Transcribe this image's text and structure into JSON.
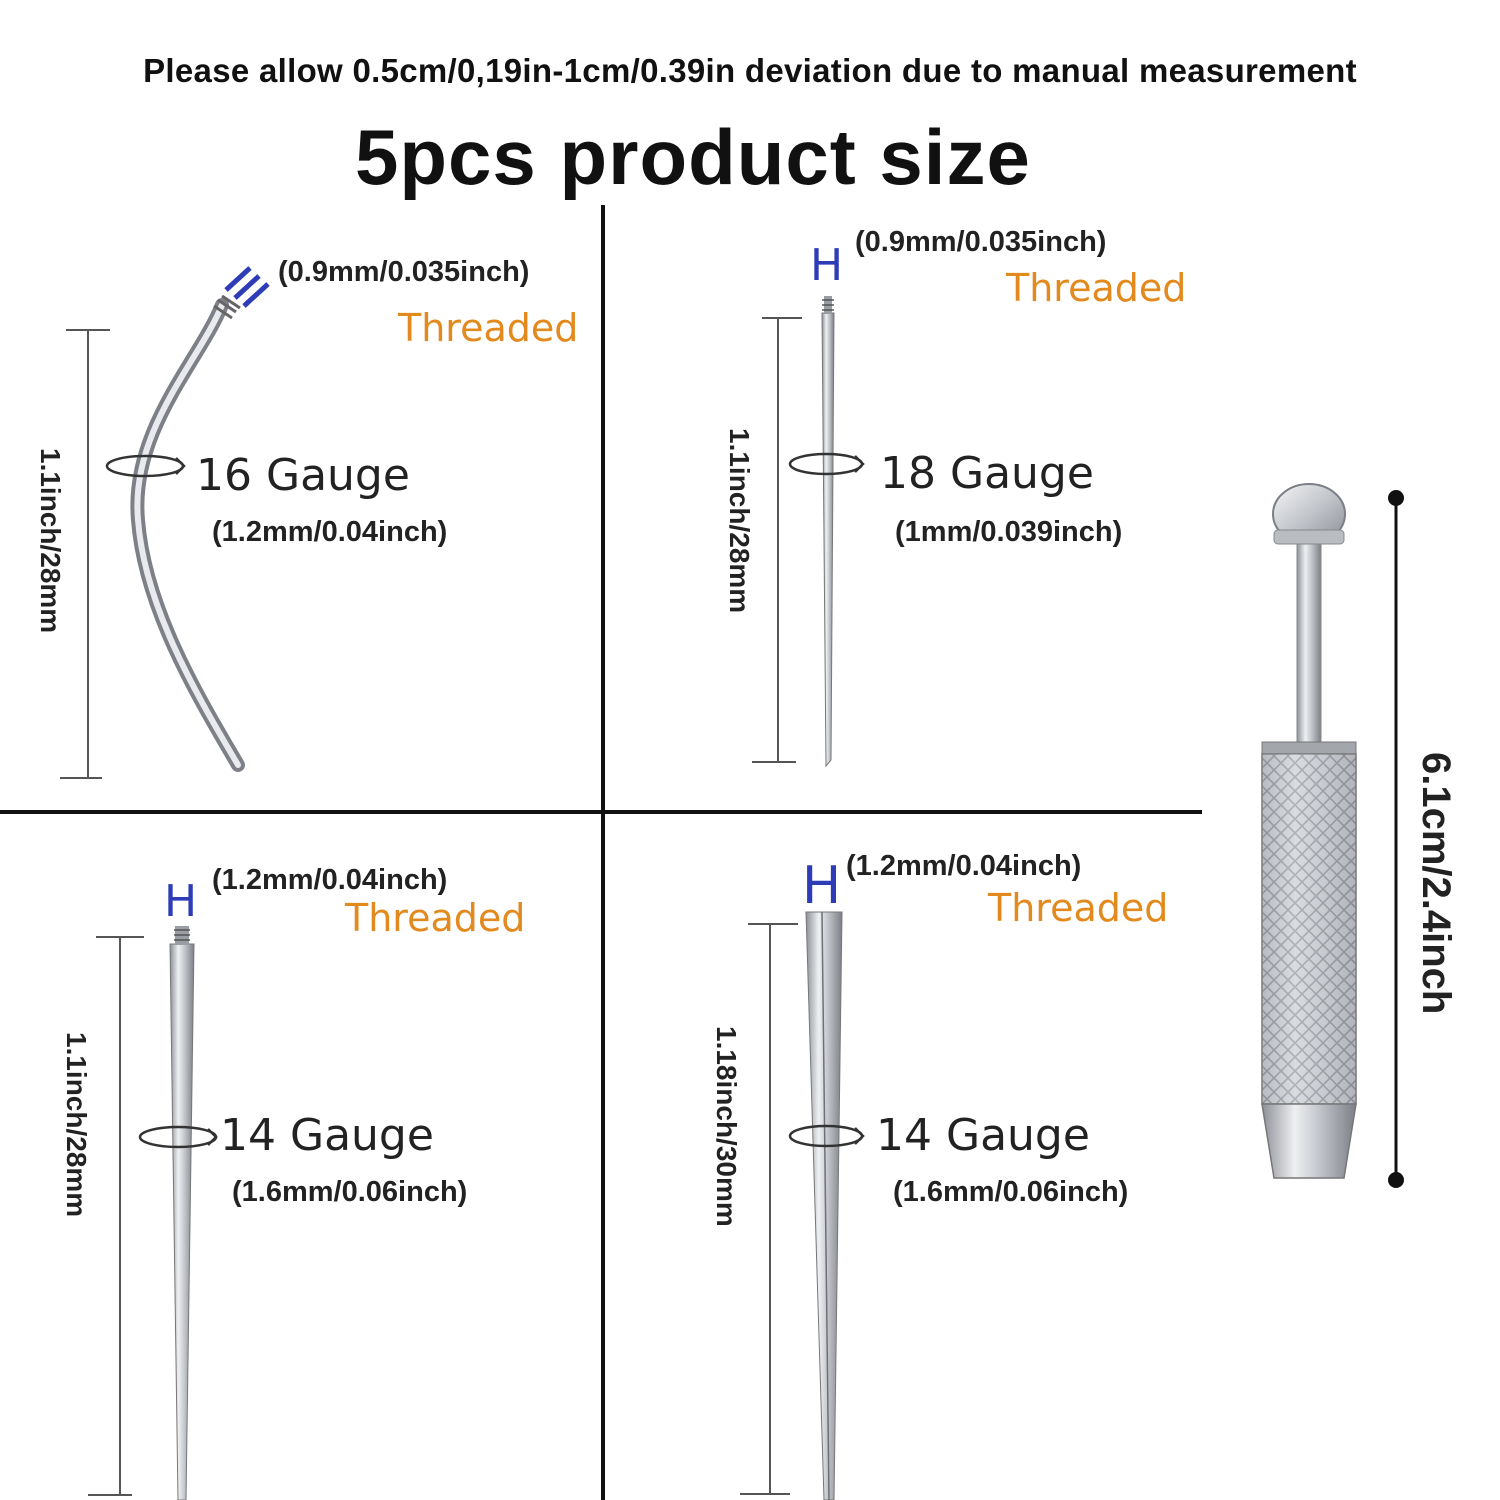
{
  "header": {
    "notice": "Please allow 0.5cm/0,19in-1cm/0.39in deviation due to manual measurement",
    "title": "5pcs product size"
  },
  "panels": [
    {
      "thread_spec": "(0.9mm/0.035inch)",
      "thread_label": "Threaded",
      "gauge": "16 Gauge",
      "gauge_spec": "(1.2mm/0.04inch)",
      "length": "1.1inch/28mm"
    },
    {
      "thread_spec": "(0.9mm/0.035inch)",
      "thread_label": "Threaded",
      "gauge": "18 Gauge",
      "gauge_spec": "(1mm/0.039inch)",
      "length": "1.1inch/28mm"
    },
    {
      "thread_spec": "(1.2mm/0.04inch)",
      "thread_label": "Threaded",
      "gauge": "14 Gauge",
      "gauge_spec": "(1.6mm/0.06inch)",
      "length": "1.1inch/28mm"
    },
    {
      "thread_spec": "(1.2mm/0.04inch)",
      "thread_label": "Threaded",
      "gauge": "14 Gauge",
      "gauge_spec": "(1.6mm/0.06inch)",
      "length": "1.18inch/30mm"
    }
  ],
  "holder": {
    "length": "6.1cm/2.4inch"
  },
  "icons": {
    "height_marker": "H",
    "height_marker_color": "#2f3cb8",
    "threaded_color": "#e28a1d"
  }
}
